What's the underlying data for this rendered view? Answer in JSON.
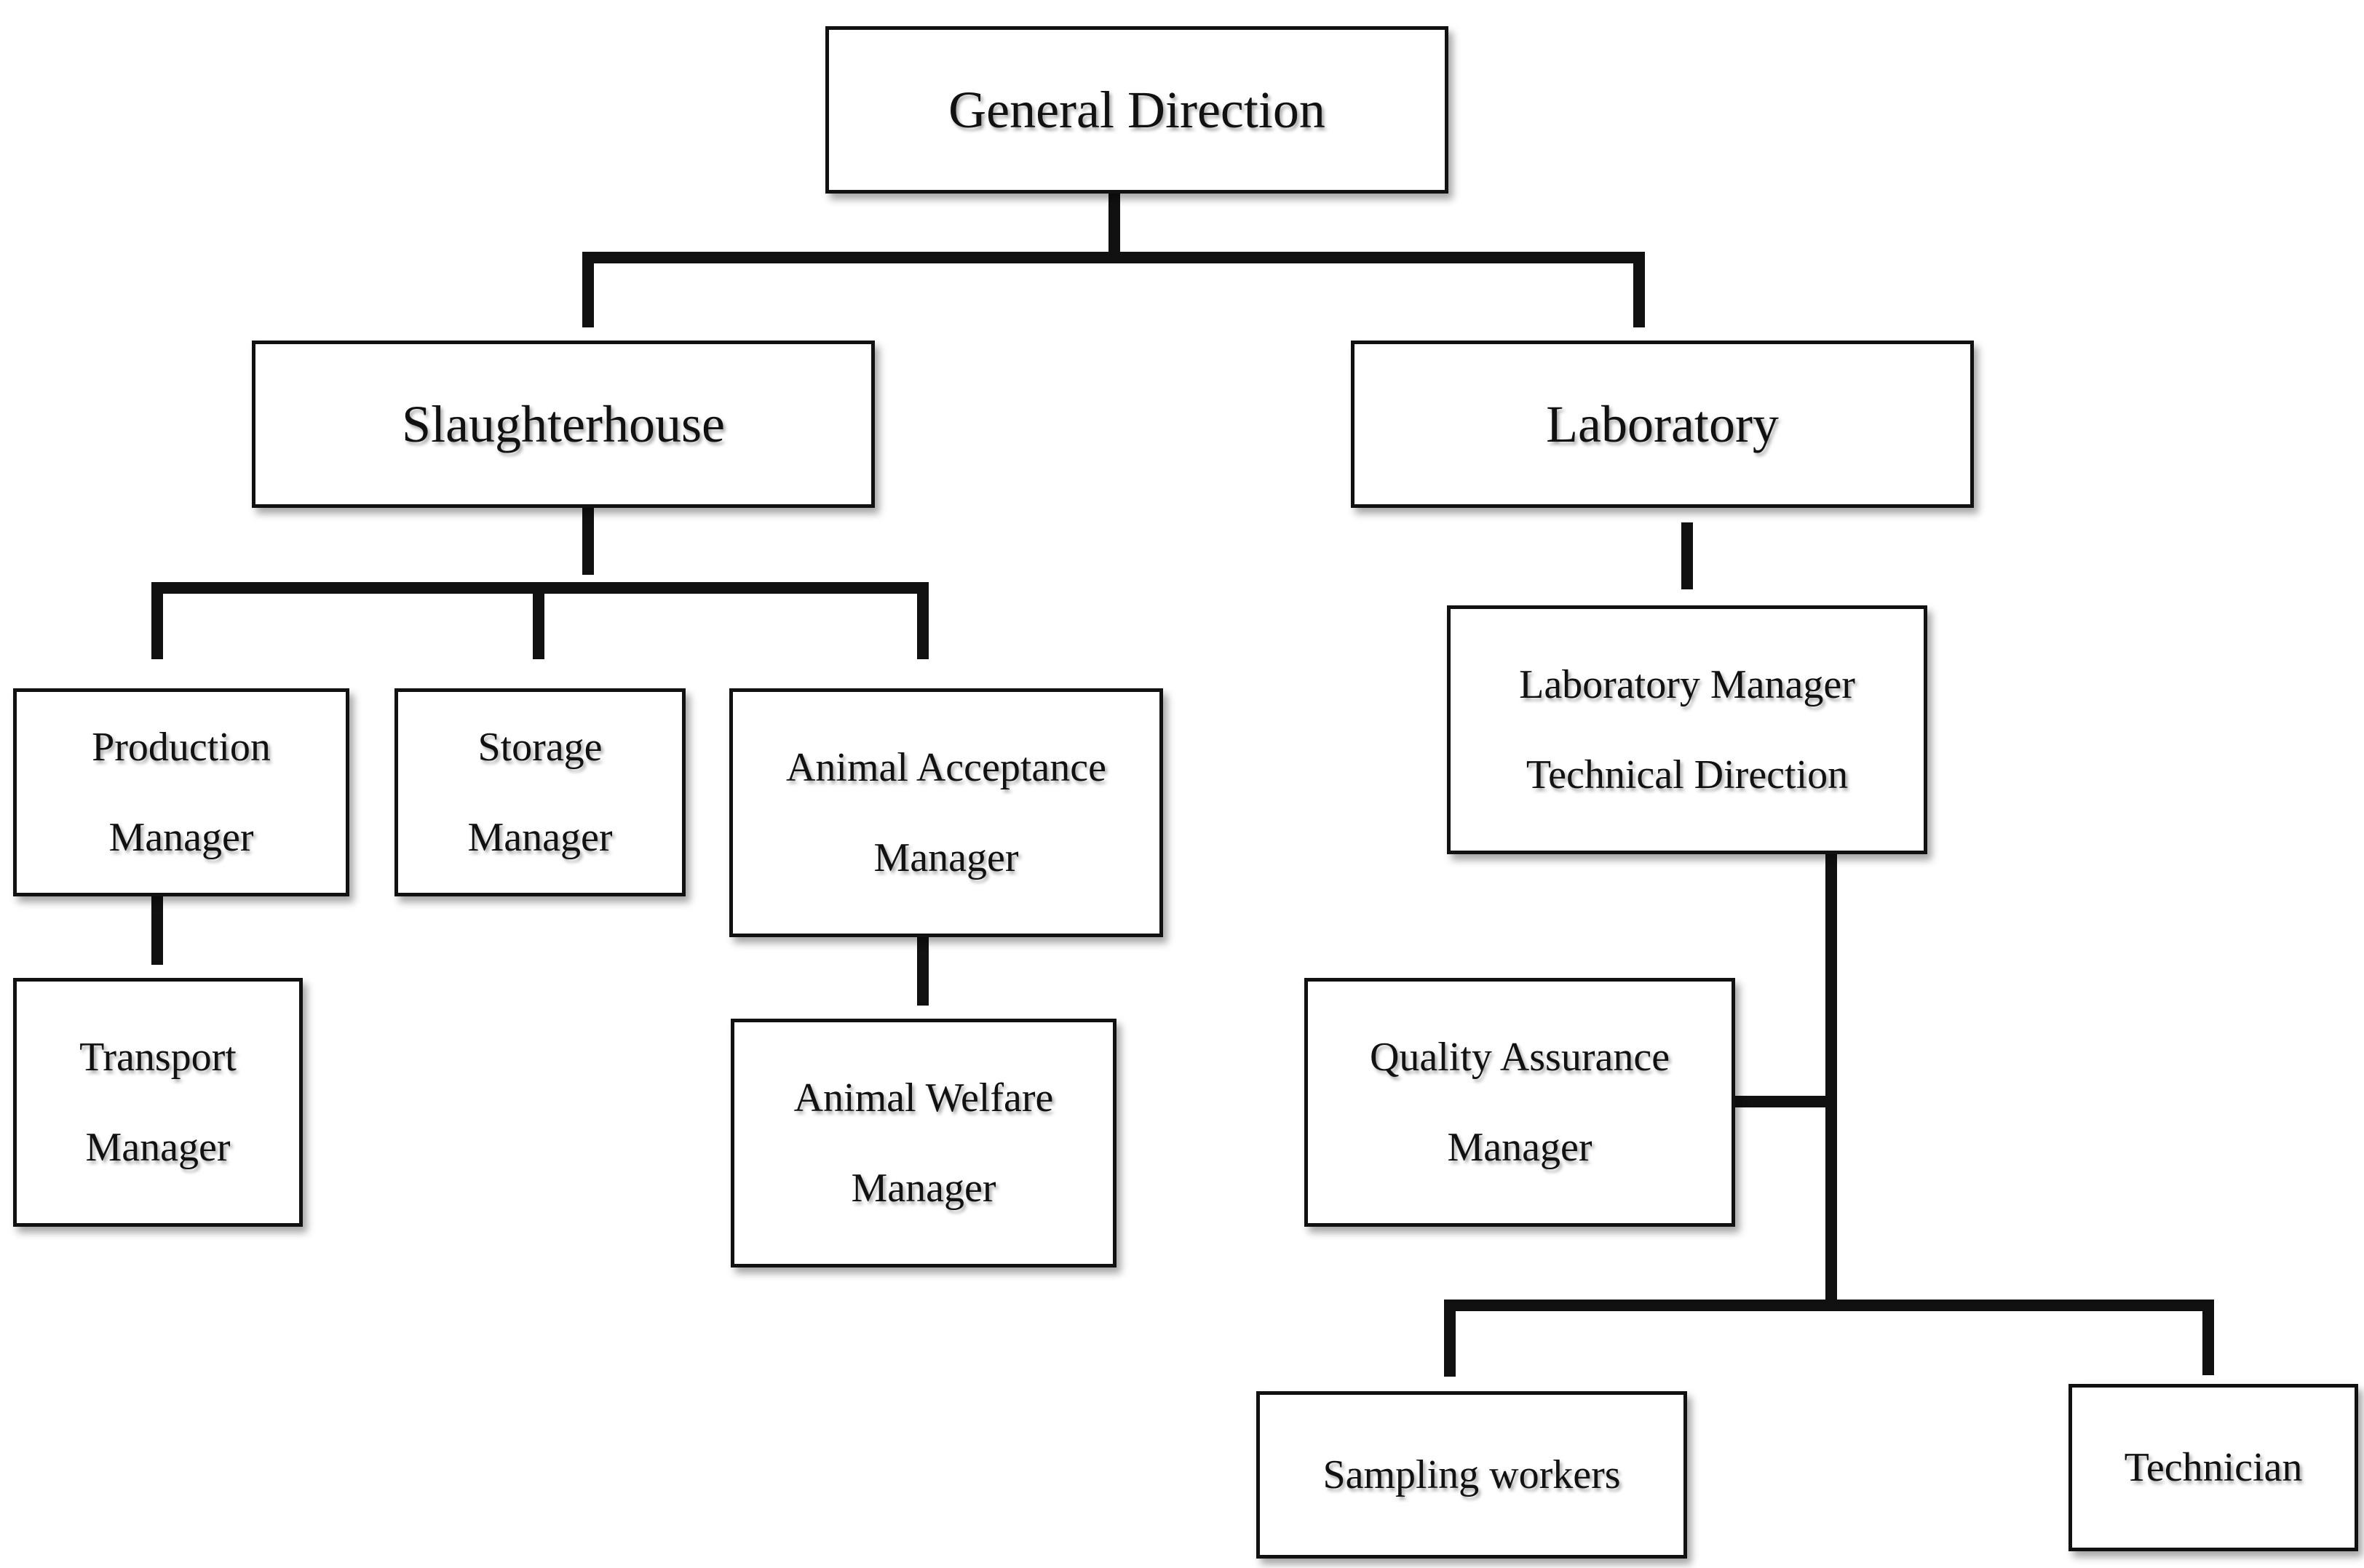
{
  "org_chart": {
    "general_direction": {
      "label": "General Direction"
    },
    "slaughterhouse": {
      "label": "Slaughterhouse"
    },
    "laboratory": {
      "label": "Laboratory"
    },
    "production_manager": {
      "line1": "Production",
      "line2": "Manager"
    },
    "storage_manager": {
      "line1": "Storage",
      "line2": "Manager"
    },
    "animal_acceptance_manager": {
      "line1": "Animal Acceptance",
      "line2": "Manager"
    },
    "transport_manager": {
      "line1": "Transport",
      "line2": "Manager"
    },
    "animal_welfare_manager": {
      "line1": "Animal Welfare",
      "line2": "Manager"
    },
    "laboratory_manager": {
      "line1": "Laboratory Manager",
      "line2": "Technical Direction"
    },
    "quality_assurance_manager": {
      "line1": "Quality Assurance",
      "line2": "Manager"
    },
    "sampling_workers": {
      "label": "Sampling workers"
    },
    "technician": {
      "label": "Technician"
    }
  },
  "colors": {
    "line": "#111111",
    "box_fill": "#ffffff",
    "background": "#ffffff"
  }
}
